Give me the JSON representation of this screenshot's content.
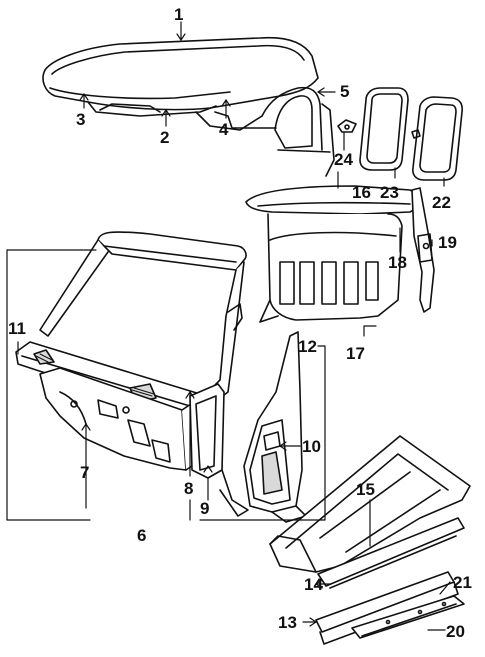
{
  "diagram": {
    "colors": {
      "line": "#111111",
      "fill": "#ffffff",
      "shade": "#d9d9d9"
    },
    "labels": {
      "1": "1",
      "2": "2",
      "3": "3",
      "4": "4",
      "5": "5",
      "6": "6",
      "7": "7",
      "8": "8",
      "9": "9",
      "10": "10",
      "11": "11",
      "12": "12",
      "13": "13",
      "14": "14",
      "15": "15",
      "16": "16",
      "17": "17",
      "18": "18",
      "19": "19",
      "20": "20",
      "21": "21",
      "22": "22",
      "23": "23",
      "24": "24"
    }
  }
}
